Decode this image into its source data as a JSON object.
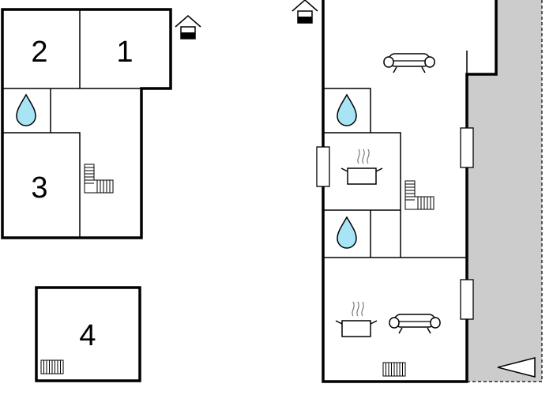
{
  "floor_plan": {
    "room_numbers": {
      "room1": "1",
      "room2": "2",
      "room3": "3",
      "room4": "4"
    },
    "terrace_color": "#cccccc",
    "water_drop_color": "#a9e4f5",
    "icons": [
      "entrance-icon",
      "water-drop-icon",
      "stairs-icon",
      "radiator-icon",
      "sofa-icon",
      "cooking-pot-icon",
      "window-icon",
      "compass-arrow-icon"
    ]
  }
}
